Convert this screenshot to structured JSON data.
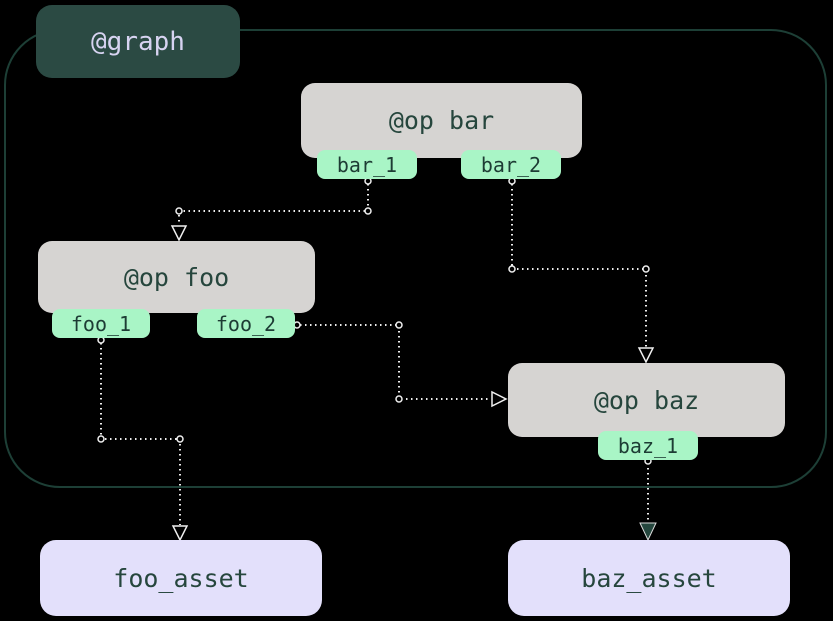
{
  "diagram": {
    "type": "op-graph",
    "graph": {
      "label": "@graph"
    },
    "ops": [
      {
        "id": "bar",
        "label": "@op bar",
        "outputs": [
          "bar_1",
          "bar_2"
        ]
      },
      {
        "id": "foo",
        "label": "@op foo",
        "outputs": [
          "foo_1",
          "foo_2"
        ]
      },
      {
        "id": "baz",
        "label": "@op baz",
        "outputs": [
          "baz_1"
        ]
      }
    ],
    "assets": [
      {
        "id": "foo_asset",
        "label": "foo_asset"
      },
      {
        "id": "baz_asset",
        "label": "baz_asset"
      }
    ],
    "edges": [
      {
        "from": "bar.bar_1",
        "to": "op foo",
        "arrow": "open"
      },
      {
        "from": "bar.bar_2",
        "to": "op baz",
        "arrow": "open"
      },
      {
        "from": "foo.foo_2",
        "to": "op baz",
        "arrow": "open"
      },
      {
        "from": "foo.foo_1",
        "to": "foo_asset",
        "arrow": "open"
      },
      {
        "from": "baz.baz_1",
        "to": "baz_asset",
        "arrow": "filled"
      }
    ],
    "colors": {
      "background": "#000000",
      "graph_container_border": "#1d3f36",
      "graph_label_fill": "#2b4a43",
      "graph_label_text": "#d7d3f1",
      "op_fill": "#d6d4d2",
      "op_text": "#26463d",
      "output_badge_fill": "#a9f5c6",
      "output_badge_text": "#1d3c34",
      "asset_fill": "#e3e0fb",
      "asset_text": "#26463d",
      "edge_stroke": "#efefef",
      "filled_arrow": "#24463d"
    }
  }
}
